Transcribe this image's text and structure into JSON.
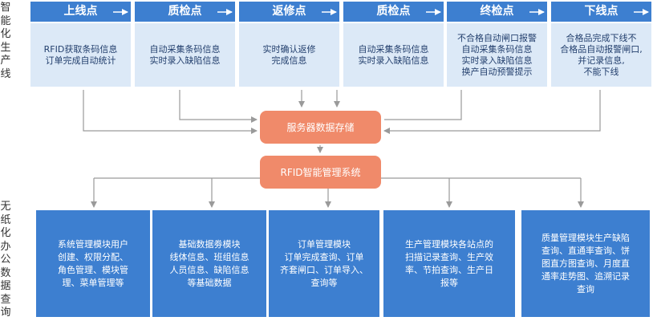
{
  "side_labels": {
    "top": "智能化生产线",
    "bottom": "无纸化办公数据查询"
  },
  "stations": [
    {
      "title": "上线点",
      "desc": "RFID获取条码信息\n订单完成自动统计"
    },
    {
      "title": "质检点",
      "desc": "自动采集条码信息\n实时录入缺陷信息"
    },
    {
      "title": "返修点",
      "desc": "实时确认返修\n完成信息"
    },
    {
      "title": "质检点",
      "desc": "自动采集条码信息\n实时录入缺陷信息"
    },
    {
      "title": "终检点",
      "desc": "不合格自动闸口报警\n自动采集条码信息\n实时录入缺陷信息\n换产自动预警提示"
    },
    {
      "title": "下线点",
      "desc": "合格品完成下线不\n合格品自动报警闸口,\n并记录信息,\n不能下线"
    }
  ],
  "center": {
    "server": "服务器数据存储",
    "rfid_system": "RFID智能管理系统"
  },
  "modules": [
    {
      "text": "系统管理模块用户\n创建、权限分配、\n角色管理、模块管\n理、菜单管理等"
    },
    {
      "text": "基础数据劵模块\n线体信息、班组信息\n人员信息、缺陷信息\n等基础数据"
    },
    {
      "text": "订单管理模块\n订单完成查询、订单\n齐套闸口、订单导入、\n查询等"
    },
    {
      "text": "生产管理模块各站点的\n扫描记录查询、生产效\n率、节拍查询、生产日\n报等"
    },
    {
      "text": "质量管理模块生产缺陷\n查询、直通率查询、饼\n图直方图查询、月度直\n通率走势图、追溯记录\n查询"
    }
  ],
  "colors": {
    "station_head": "#3d7fd0",
    "station_body": "#dce9f7",
    "center_box": "#f08a6a",
    "module_box": "#3d7fd0",
    "connector": "#9a9a9a"
  }
}
